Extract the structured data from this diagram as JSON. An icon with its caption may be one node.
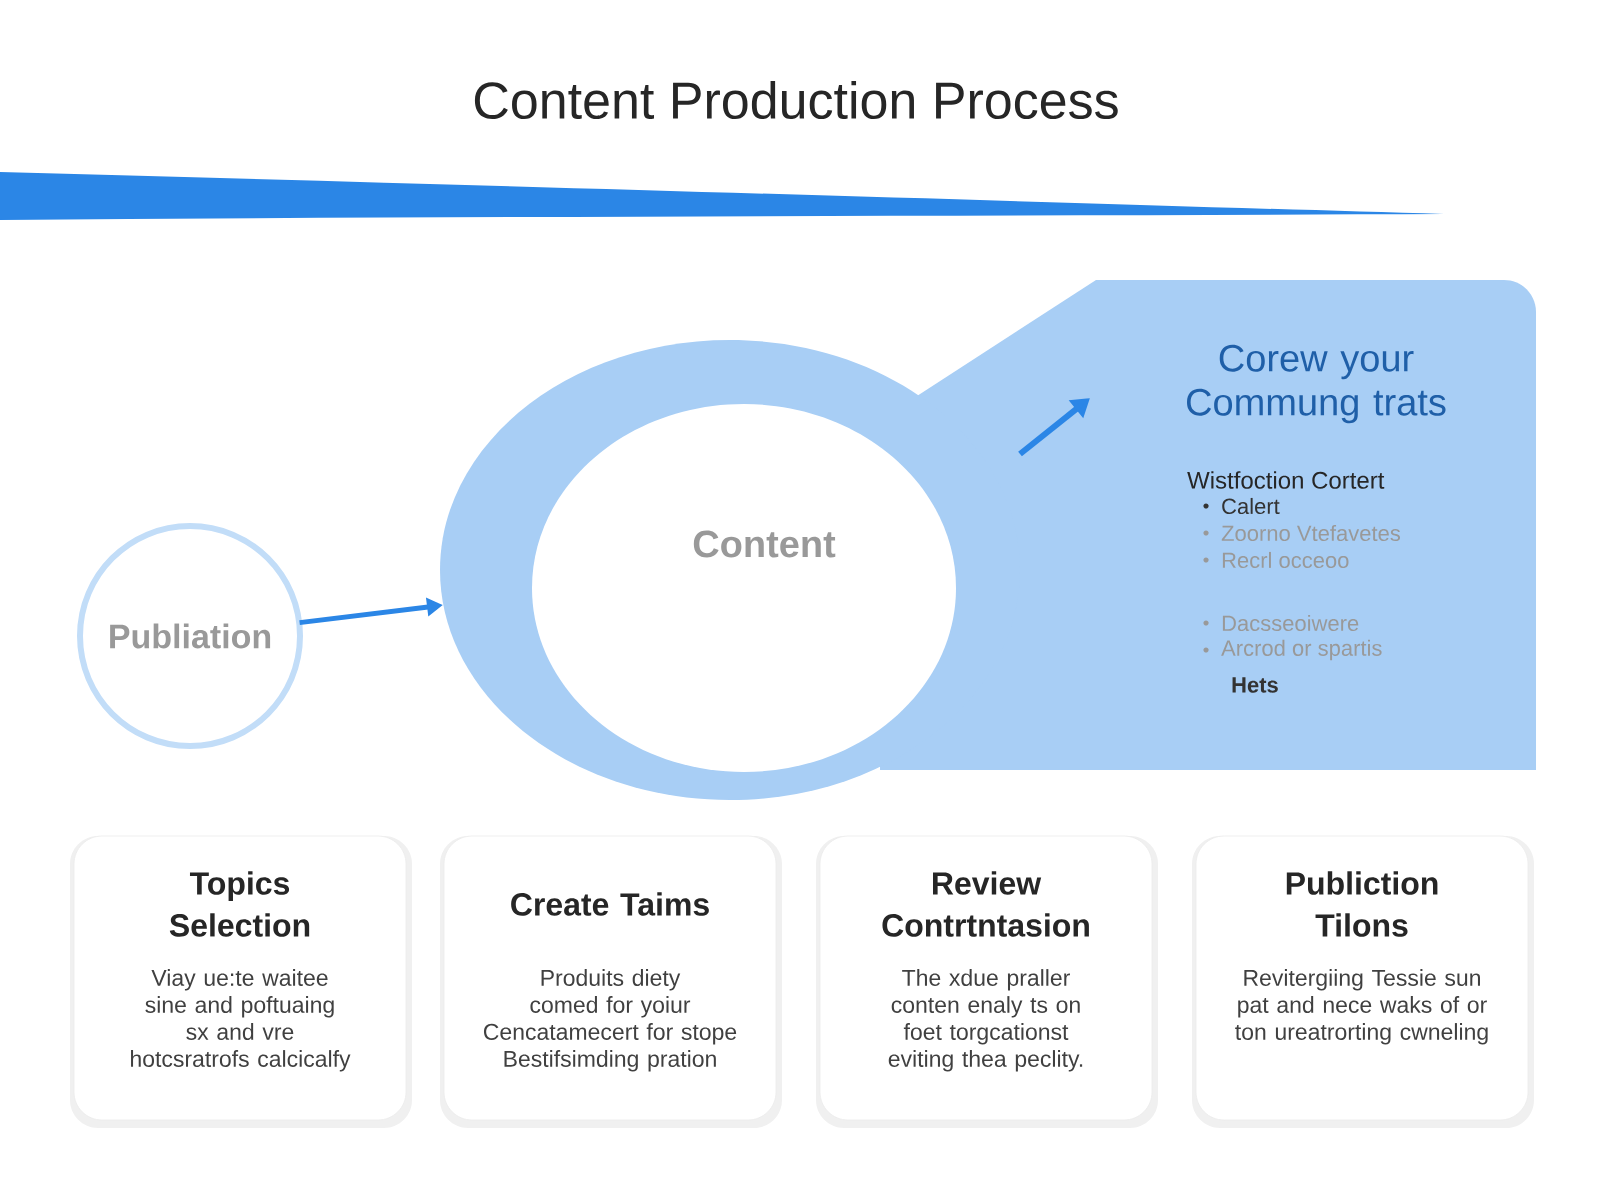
{
  "diagram": {
    "title": "Content Production Process",
    "nodes": [
      {
        "text": [
          "Publiation"
        ]
      },
      {
        "text": [
          "Content"
        ]
      },
      {
        "text": [
          "Corew your Commung trats",
          "Wistfoction Cortert",
          "Calert",
          "Zoorno Vtefavetes",
          "Recrl occeoo",
          "Dacsseoiwere",
          "Arcrod or spartis",
          "Hets"
        ]
      },
      {
        "text": [
          "Topics Selection",
          "Viay ue:te waitee sine and poftuaing sx and vre hotcsratrofs calcicalfy"
        ]
      },
      {
        "text": [
          "Create Taims",
          "Produits diety comed for yoiur Cencatamecert for stope Bestifsimding pration"
        ]
      },
      {
        "text": [
          "Review Contrtntasion",
          "The xdue praller conten enaly ts on foet torgcationst eviting thea peclity."
        ]
      },
      {
        "text": [
          "Publiction Tilons",
          "Revitergiing Tessie sun pat and nece waks of or ton ureatrorting cwneling"
        ]
      }
    ],
    "edges": [
      {
        "from": 0,
        "to": 1,
        "arrow": "to"
      }
    ]
  }
}
